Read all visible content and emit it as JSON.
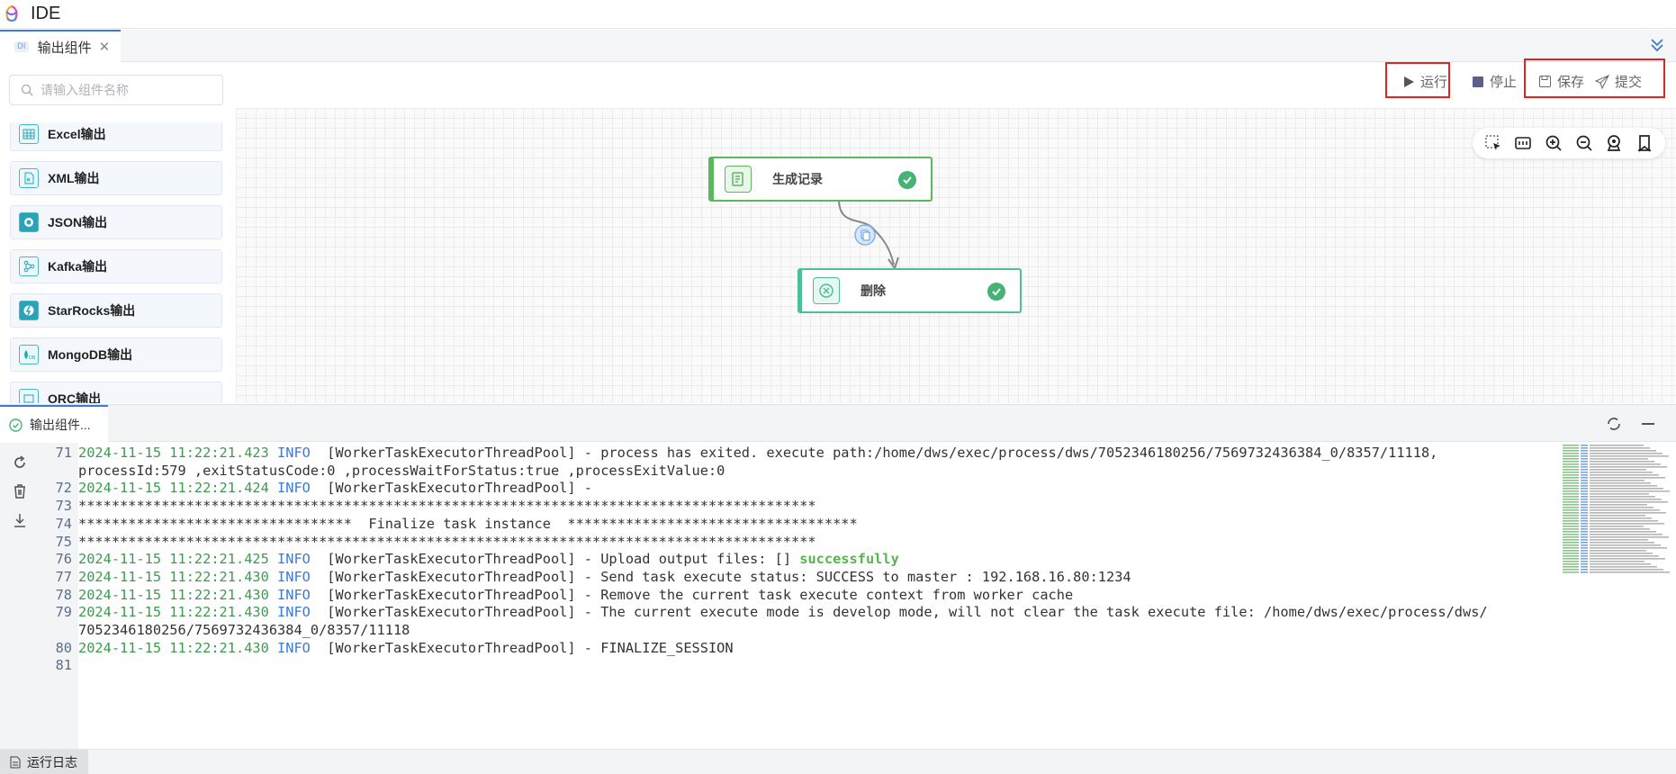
{
  "app": {
    "title": "IDE"
  },
  "tabs": [
    {
      "icon": "DI",
      "label": "输出组件"
    }
  ],
  "search": {
    "placeholder": "请输入组件名称",
    "value": ""
  },
  "components": [
    {
      "label": "Excel输出",
      "icon": "table-icon"
    },
    {
      "label": "XML输出",
      "icon": "xml-file-icon"
    },
    {
      "label": "JSON输出",
      "icon": "json-icon"
    },
    {
      "label": "Kafka输出",
      "icon": "kafka-icon"
    },
    {
      "label": "StarRocks输出",
      "icon": "starrocks-icon"
    },
    {
      "label": "MongoDB输出",
      "icon": "mongodb-icon"
    },
    {
      "label": "ORC输出",
      "icon": "orc-icon"
    }
  ],
  "toolbar": {
    "run": "运行",
    "stop": "停止",
    "save": "保存",
    "submit": "提交"
  },
  "nodes": [
    {
      "label": "生成记录",
      "icon": "document-icon",
      "status": "success"
    },
    {
      "label": "删除",
      "icon": "delete-icon",
      "status": "success"
    }
  ],
  "log_panel": {
    "tab_label": "输出组件...",
    "footer_tab": "运行日志",
    "lines": [
      {
        "n": "71",
        "ts": "2024-11-15 11:22:21.423",
        "lvl": "INFO",
        "msg": "  [WorkerTaskExecutorThreadPool] - process has exited. execute path:/home/dws/exec/process/dws/7052346180256/7569732436384_0/8357/11118,"
      },
      {
        "n": "",
        "ts": "",
        "lvl": "",
        "msg": "processId:579 ,exitStatusCode:0 ,processWaitForStatus:true ,processExitValue:0"
      },
      {
        "n": "72",
        "ts": "2024-11-15 11:22:21.424",
        "lvl": "INFO",
        "msg": "  [WorkerTaskExecutorThreadPool] -"
      },
      {
        "n": "73",
        "ts": "",
        "lvl": "",
        "msg": "*****************************************************************************************"
      },
      {
        "n": "74",
        "ts": "",
        "lvl": "",
        "msg": "*********************************  Finalize task instance  ***********************************"
      },
      {
        "n": "75",
        "ts": "",
        "lvl": "",
        "msg": "*****************************************************************************************"
      },
      {
        "n": "76",
        "ts": "2024-11-15 11:22:21.425",
        "lvl": "INFO",
        "msg": "  [WorkerTaskExecutorThreadPool] - Upload output files: [] ",
        "ok": "successfully"
      },
      {
        "n": "77",
        "ts": "2024-11-15 11:22:21.430",
        "lvl": "INFO",
        "msg": "  [WorkerTaskExecutorThreadPool] - Send task execute status: SUCCESS to master : 192.168.16.80:1234"
      },
      {
        "n": "78",
        "ts": "2024-11-15 11:22:21.430",
        "lvl": "INFO",
        "msg": "  [WorkerTaskExecutorThreadPool] - Remove the current task execute context from worker cache"
      },
      {
        "n": "79",
        "ts": "2024-11-15 11:22:21.430",
        "lvl": "INFO",
        "msg": "  [WorkerTaskExecutorThreadPool] - The current execute mode is develop mode, will not clear the task execute file: /home/dws/exec/process/dws/"
      },
      {
        "n": "",
        "ts": "",
        "lvl": "",
        "msg": "7052346180256/7569732436384_0/8357/11118"
      },
      {
        "n": "80",
        "ts": "2024-11-15 11:22:21.430",
        "lvl": "INFO",
        "msg": "  [WorkerTaskExecutorThreadPool] - FINALIZE_SESSION"
      },
      {
        "n": "81",
        "ts": "",
        "lvl": "",
        "msg": ""
      }
    ]
  },
  "colors": {
    "accent": "#3a7bd5",
    "success": "#44b374",
    "highlight": "#e02424",
    "node1_border": "#5cb85c",
    "node2_border": "#4cbf9a"
  }
}
